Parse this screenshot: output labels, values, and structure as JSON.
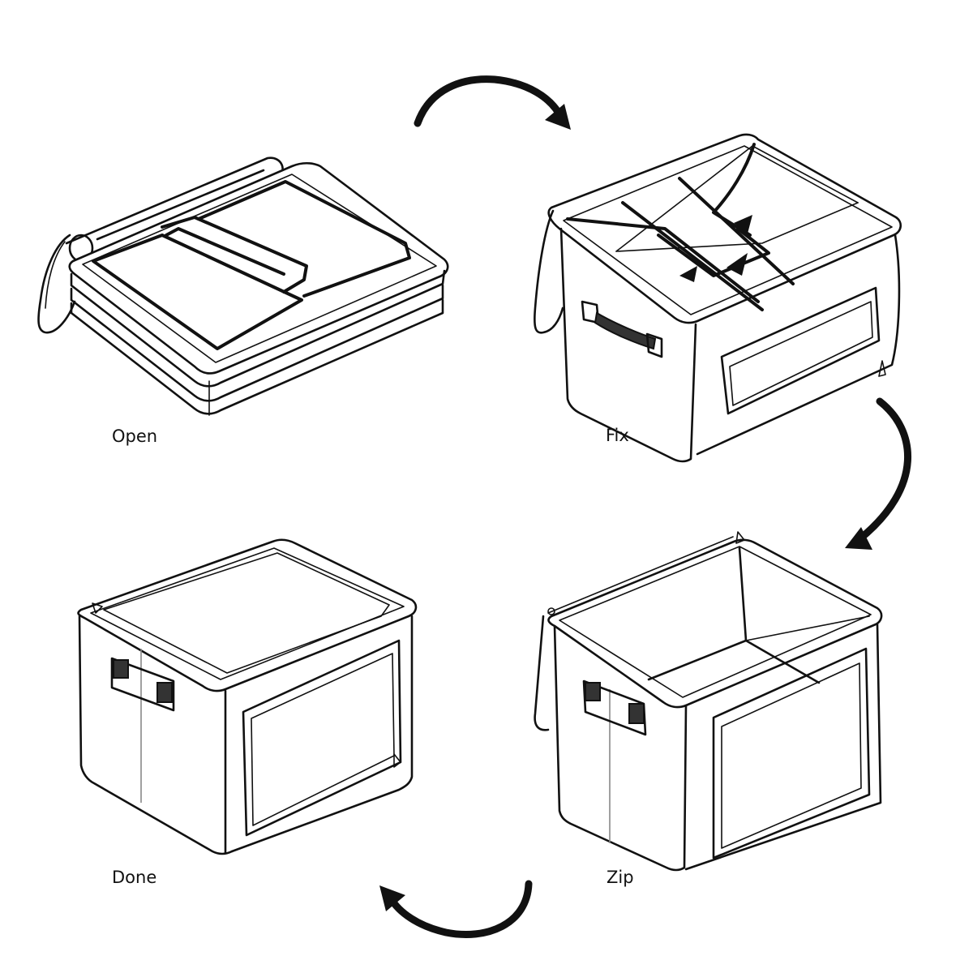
{
  "steps": [
    {
      "id": "open",
      "label": "Open"
    },
    {
      "id": "fix",
      "label": "Fix"
    },
    {
      "id": "zip",
      "label": "Zip"
    },
    {
      "id": "done",
      "label": "Done"
    }
  ],
  "colors": {
    "line": "#111111",
    "background": "#ffffff",
    "seam": "#888888"
  },
  "icons": [
    "curved-arrow",
    "storage-box"
  ]
}
